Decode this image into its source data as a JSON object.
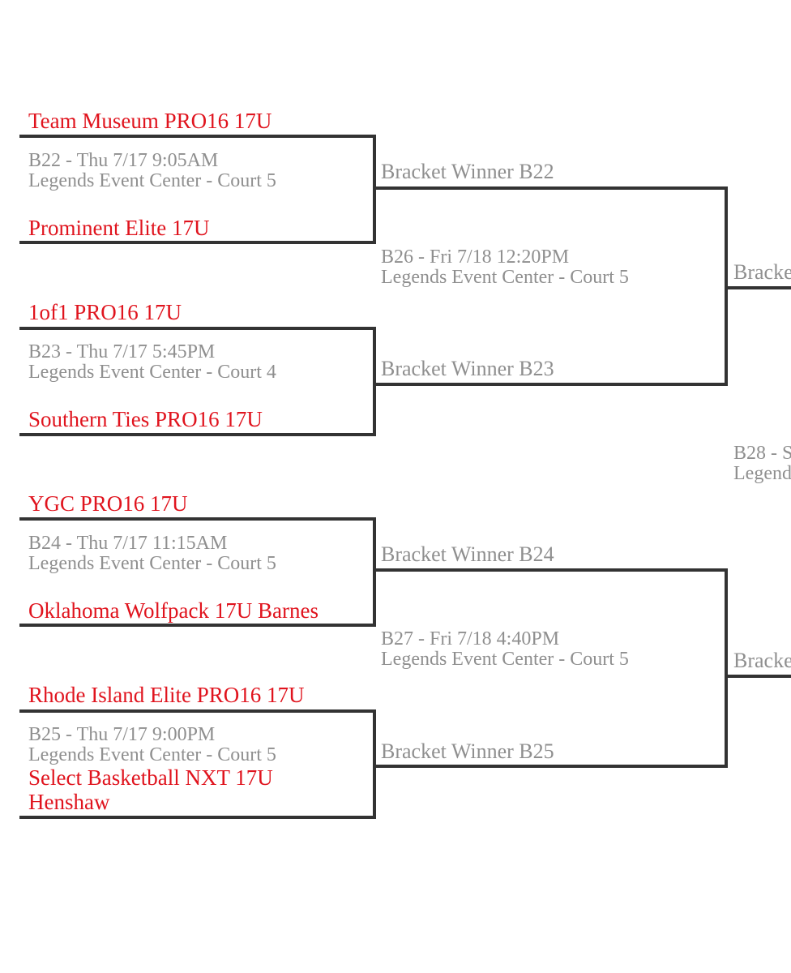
{
  "round1": [
    {
      "top_team": "Team Museum PRO16 17U",
      "game_info": "B22 - Thu 7/17 9:05AM",
      "venue": "Legends Event Center - Court 5",
      "bottom_team": "Prominent Elite 17U"
    },
    {
      "top_team": "1of1 PRO16 17U",
      "game_info": "B23 - Thu 7/17 5:45PM",
      "venue": "Legends Event Center - Court 4",
      "bottom_team": "Southern Ties PRO16 17U"
    },
    {
      "top_team": "YGC PRO16 17U",
      "game_info": "B24 - Thu 7/17 11:15AM",
      "venue": "Legends Event Center - Court 5",
      "bottom_team": "Oklahoma Wolfpack 17U Barnes"
    },
    {
      "top_team": "Rhode Island Elite PRO16 17U",
      "game_info": "B25 - Thu 7/17 9:00PM",
      "venue": "Legends Event Center - Court 5",
      "bottom_team_line1": "Select Basketball NXT 17U",
      "bottom_team_line2": "Henshaw"
    }
  ],
  "round2": [
    {
      "top_slot": "Bracket Winner B22",
      "game_info": "B26 - Fri 7/18 12:20PM",
      "venue": "Legends Event Center - Court 5",
      "bottom_slot": "Bracket Winner B23"
    },
    {
      "top_slot": "Bracket Winner B24",
      "game_info": "B27 - Fri 7/18 4:40PM",
      "venue": "Legends Event Center - Court 5",
      "bottom_slot": "Bracket Winner B25"
    }
  ],
  "round3": {
    "top_slot_partial": "Bracke",
    "game_info_partial": "B28 - S",
    "venue_partial": "Legend",
    "bottom_slot_partial": "Bracke"
  },
  "colors": {
    "team_text": "#e0141e",
    "info_text": "#8f8f8f",
    "line": "#333333",
    "background": "#ffffff"
  }
}
